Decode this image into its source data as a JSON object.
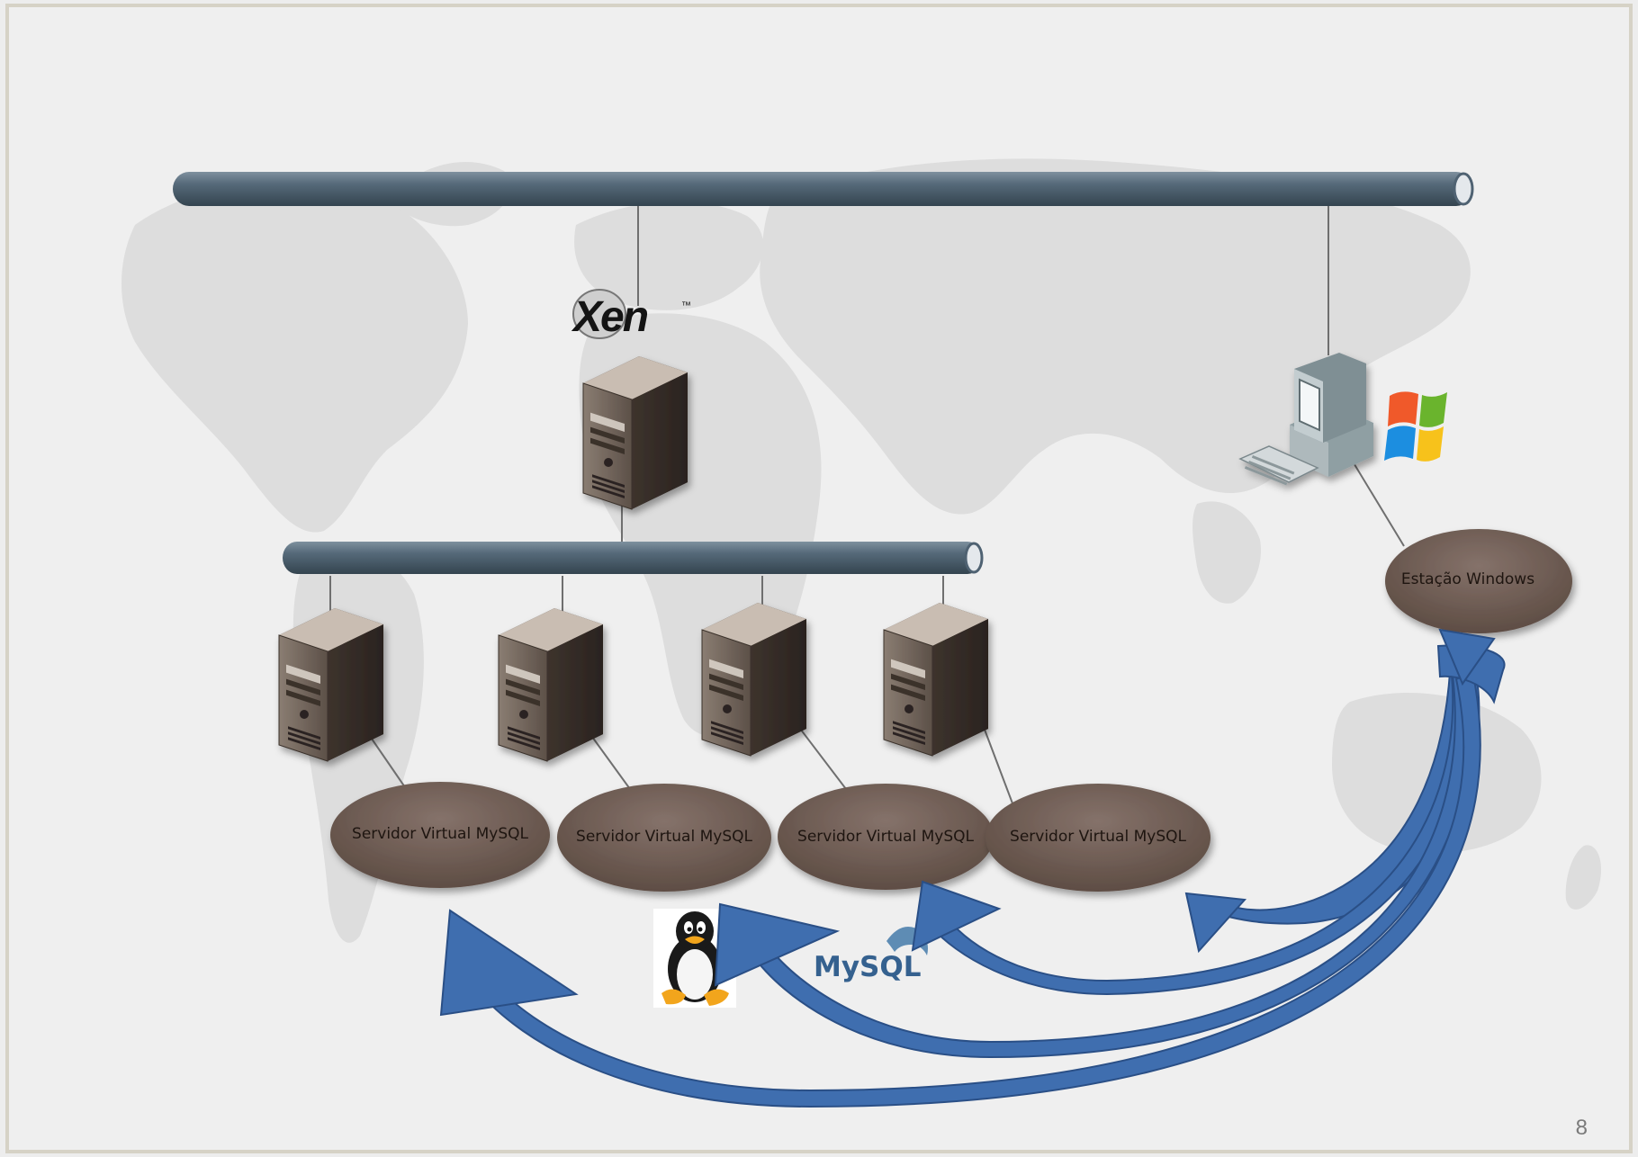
{
  "slide": {
    "page_number": "8"
  },
  "colors": {
    "background": "#ededed",
    "map": "#dcdcdc",
    "bus": "#4f6272",
    "ellipse": "#6e5c52",
    "server_front": "#4a3f37",
    "arrow": "#3f6eaf",
    "arrow_edge": "#2a4f86",
    "line": "#6f6f6f"
  },
  "logos": {
    "xen": {
      "text": "Xen",
      "trademark": "™"
    },
    "mysql": {
      "text": "MySQL"
    },
    "linux": {
      "name": "tux-penguin"
    },
    "windows": {
      "name": "windows-flag"
    }
  },
  "nodes": {
    "windows_station": {
      "label": "Estação Windows"
    },
    "virtual_servers": [
      {
        "label": "Servidor Virtual MySQL"
      },
      {
        "label": "Servidor Virtual MySQL"
      },
      {
        "label": "Servidor Virtual MySQL"
      },
      {
        "label": "Servidor Virtual MySQL"
      }
    ]
  },
  "icons": {
    "host_server": "server-tower-icon",
    "vm_server": "server-tower-icon",
    "workstation": "desktop-computer-icon"
  }
}
